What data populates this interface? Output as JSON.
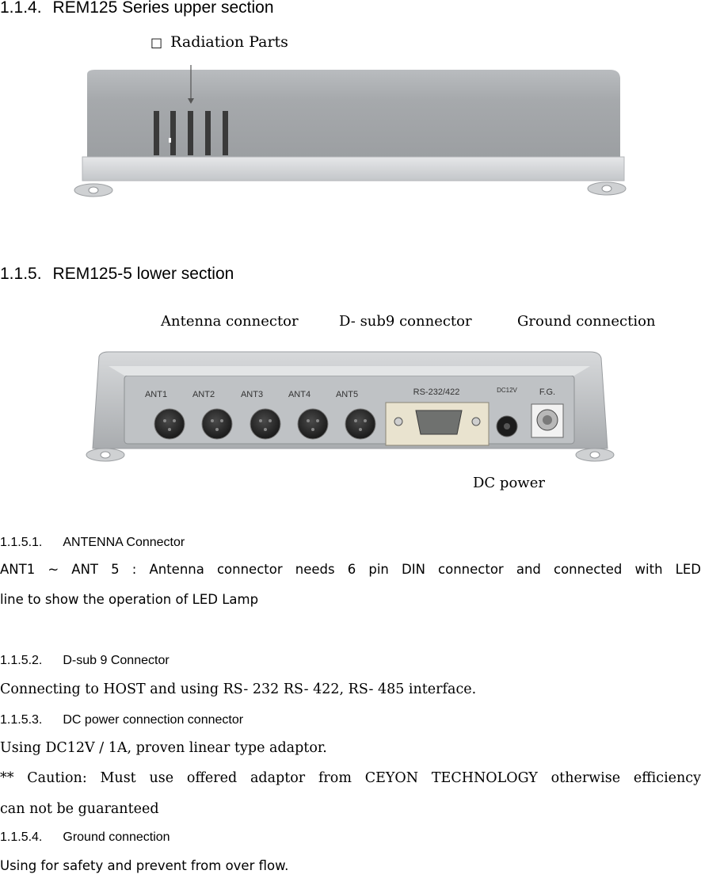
{
  "section_upper": {
    "number": "1.1.4.",
    "title": "REM125 Series upper section",
    "marker": "□",
    "callout": "Radiation Parts"
  },
  "section_lower": {
    "number": "1.1.5.",
    "title": "REM125-5 lower section",
    "callouts": {
      "antenna": "Antenna connector",
      "dsub": "D- sub9 connector",
      "ground": "Ground connection",
      "dc": "DC power"
    },
    "panel_labels": {
      "ant1": "ANT1",
      "ant2": "ANT2",
      "ant3": "ANT3",
      "ant4": "ANT4",
      "ant5": "ANT5",
      "rs": "RS-232/422",
      "dc": "DC12V",
      "fg": "F.G."
    }
  },
  "subsections": [
    {
      "number": "1.1.5.1.",
      "title": "ANTENNA Connector",
      "lines": [
        "ANT1 ~ ANT 5 : Antenna connector needs 6 pin DIN connector and connected with LED",
        "line to show the operation of LED Lamp"
      ]
    },
    {
      "number": "1.1.5.2.",
      "title": "D-sub 9 Connector",
      "lines": [
        "Connecting to HOST and using RS- 232 RS- 422, RS- 485 interface."
      ]
    },
    {
      "number": "1.1.5.3.",
      "title": "DC power connection connector",
      "lines": [
        "Using DC12V / 1A, proven linear type adaptor.",
        "** Caution: Must use offered adaptor from CEYON TECHNOLOGY otherwise efficiency",
        "can not be guaranteed"
      ]
    },
    {
      "number": "1.1.5.4.",
      "title": "Ground connection",
      "lines": [
        "Using for safety and prevent from over flow."
      ]
    }
  ]
}
